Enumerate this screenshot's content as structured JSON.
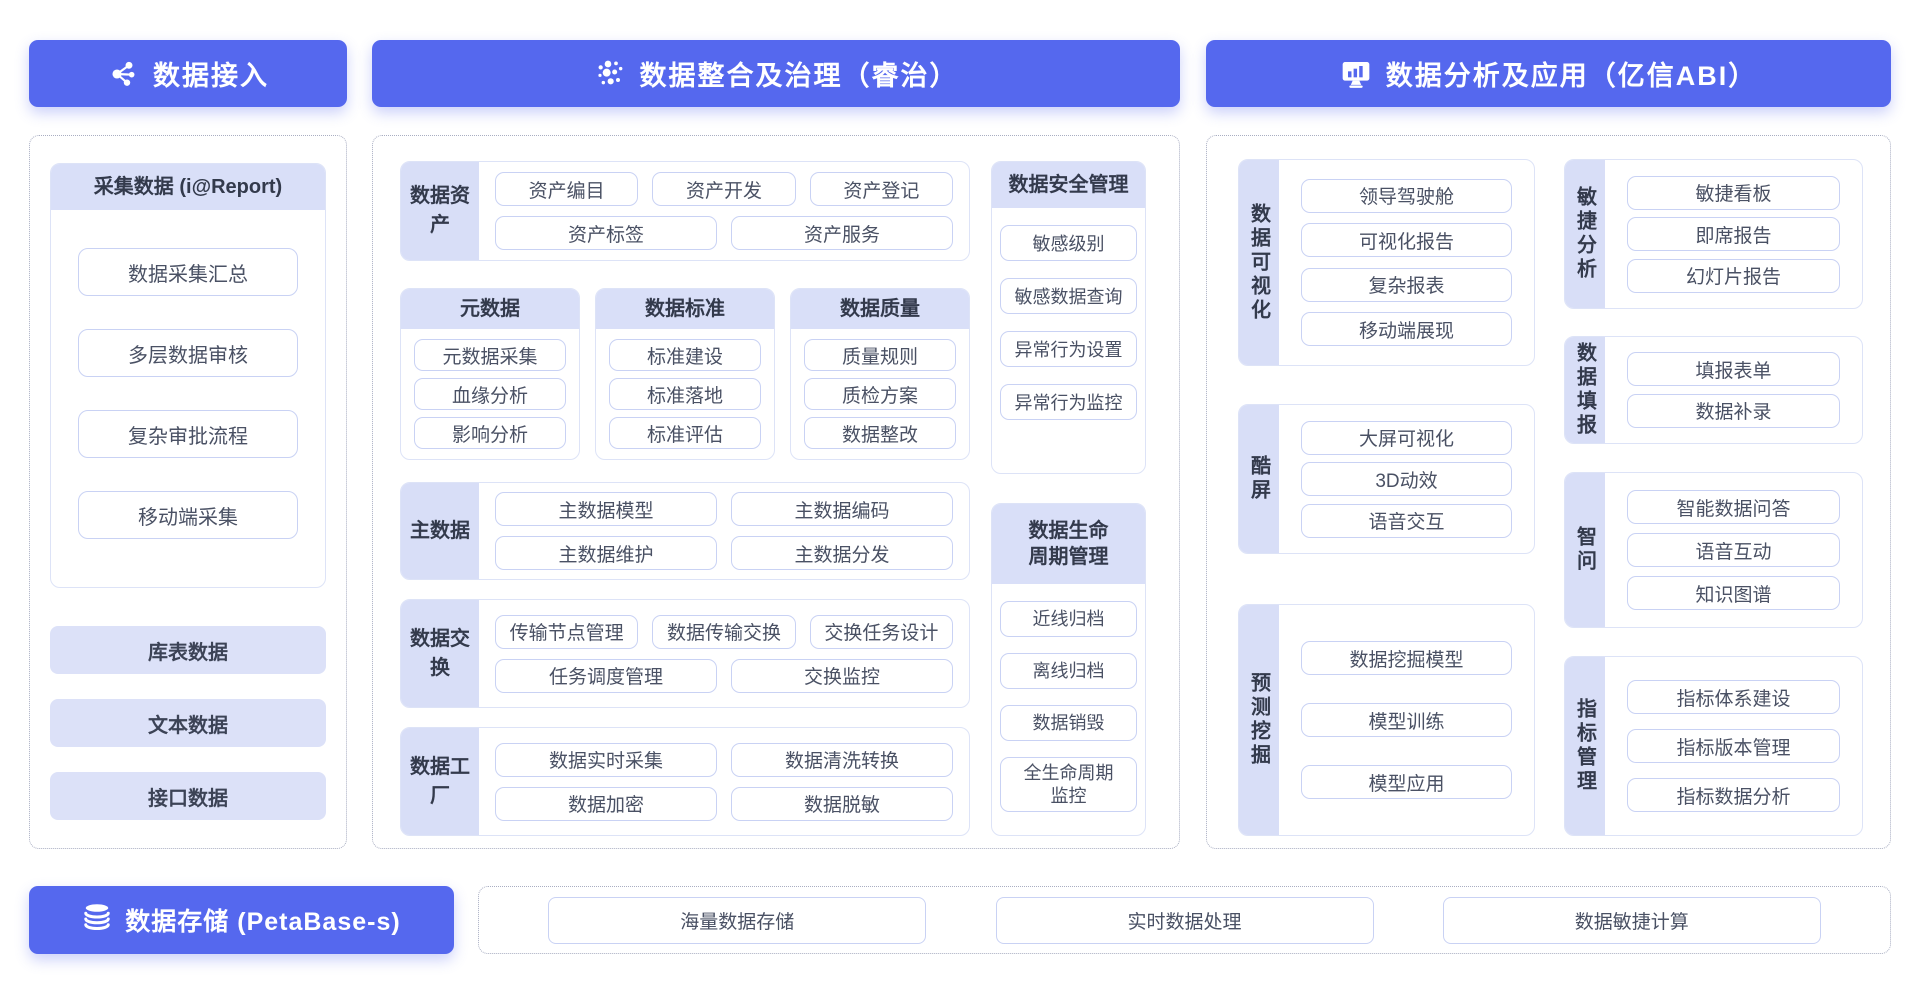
{
  "headers": {
    "access": "数据接入",
    "governance": "数据整合及治理（睿治）",
    "analysis": "数据分析及应用（亿信ABI）"
  },
  "icons": {
    "access": "network-icon",
    "governance": "molecule-icon",
    "analysis": "monitor-chart-icon",
    "storage": "database-icon"
  },
  "access": {
    "collect_card": {
      "title": "采集数据 (i@Report)",
      "items": [
        "数据采集汇总",
        "多层数据审核",
        "复杂审批流程",
        "移动端采集"
      ]
    },
    "pills": [
      "库表数据",
      "文本数据",
      "接口数据"
    ]
  },
  "governance": {
    "asset": {
      "label": "数据资产",
      "rows": [
        [
          "资产编目",
          "资产开发",
          "资产登记"
        ],
        [
          "资产标签",
          "资产服务"
        ]
      ]
    },
    "metadata": {
      "title": "元数据",
      "items": [
        "元数据采集",
        "血缘分析",
        "影响分析"
      ]
    },
    "standards": {
      "title": "数据标准",
      "items": [
        "标准建设",
        "标准落地",
        "标准评估"
      ]
    },
    "quality": {
      "title": "数据质量",
      "items": [
        "质量规则",
        "质检方案",
        "数据整改"
      ]
    },
    "master": {
      "label": "主数据",
      "rows": [
        [
          "主数据模型",
          "主数据编码"
        ],
        [
          "主数据维护",
          "主数据分发"
        ]
      ]
    },
    "exchange": {
      "label": "数据交换",
      "rows": [
        [
          "传输节点管理",
          "数据传输交换",
          "交换任务设计"
        ],
        [
          "任务调度管理",
          "交换监控"
        ]
      ]
    },
    "factory": {
      "label": "数据工厂",
      "rows": [
        [
          "数据实时采集",
          "数据清洗转换"
        ],
        [
          "数据加密",
          "数据脱敏"
        ]
      ]
    },
    "security": {
      "title": "数据安全管理",
      "items": [
        "敏感级别",
        "敏感数据查询",
        "异常行为设置",
        "异常行为监控"
      ]
    },
    "lifecycle": {
      "title": "数据生命周期管理",
      "items": [
        "近线归档",
        "离线归档",
        "数据销毁",
        "全生命周期监控"
      ]
    }
  },
  "analysis": {
    "visualization": {
      "label": "数据可视化",
      "items": [
        "领导驾驶舱",
        "可视化报告",
        "复杂报表",
        "移动端展现"
      ]
    },
    "cool_screen": {
      "label": "酷屏",
      "items": [
        "大屏可视化",
        "3D动效",
        "语音交互"
      ]
    },
    "prediction": {
      "label": "预测挖掘",
      "items": [
        "数据挖掘模型",
        "模型训练",
        "模型应用"
      ]
    },
    "agile": {
      "label": "敏捷分析",
      "items": [
        "敏捷看板",
        "即席报告",
        "幻灯片报告"
      ]
    },
    "filling": {
      "label": "数据填报",
      "items": [
        "填报表单",
        "数据补录"
      ]
    },
    "zhiwen": {
      "label": "智问",
      "items": [
        "智能数据问答",
        "语音互动",
        "知识图谱"
      ]
    },
    "indicator": {
      "label": "指标管理",
      "items": [
        "指标体系建设",
        "指标版本管理",
        "指标数据分析"
      ]
    }
  },
  "storage": {
    "label": "数据存储 (PetaBase-s)"
  },
  "compute": {
    "items": [
      "海量数据存储",
      "实时数据处理",
      "数据敏捷计算"
    ]
  },
  "colors": {
    "primary": "#5568ee",
    "light_purple": "#d9dff8",
    "chip_border": "#c9d2f4"
  }
}
